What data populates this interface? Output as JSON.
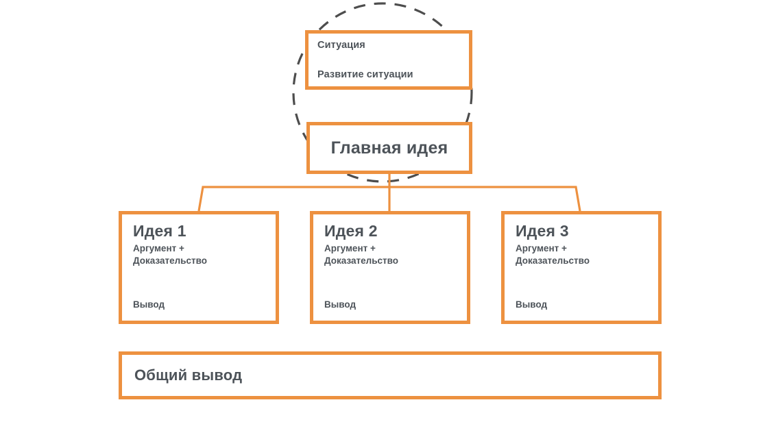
{
  "diagram": {
    "title_text_color": "#4D5359",
    "accent_color": "#ED9140",
    "outline_color": "#4D4D4D",
    "situation": {
      "line1": "Ситуация",
      "line2": "Развитие ситуации"
    },
    "main_idea": {
      "label": "Главная идея"
    },
    "ideas": [
      {
        "title": "Идея 1",
        "support": "Аргумент +\nДоказательство",
        "conclusion": "Вывод"
      },
      {
        "title": "Идея 2",
        "support": "Аргумент +\nДоказательство",
        "conclusion": "Вывод"
      },
      {
        "title": "Идея 3",
        "support": "Аргумент +\nДоказательство",
        "conclusion": "Вывод"
      }
    ],
    "conclusion": {
      "label": "Общий вывод"
    }
  }
}
